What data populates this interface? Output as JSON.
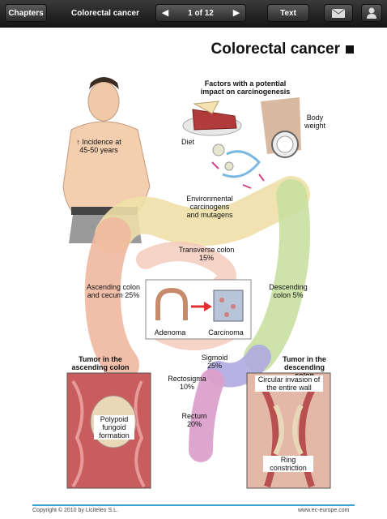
{
  "toolbar": {
    "chapters_label": "Chapters",
    "title": "Colorectal cancer",
    "page_indicator": "1 of 12",
    "text_label": "Text"
  },
  "page": {
    "title": "Colorectal cancer"
  },
  "labels": {
    "factors": "Factors with a potential impact on carcinogenesis",
    "incidence": "↑ Incidence at 45-50 years",
    "body_weight": "Body weight",
    "diet": "Diet",
    "environmental": "Environmental carcinogens and mutagens",
    "transverse": "Transverse colon 15%",
    "ascending": "Ascending colon and cecum 25%",
    "descending": "Descending colon 5%",
    "adenoma": "Adenoma",
    "carcinoma": "Carcinoma",
    "sigmoid": "Sigmoid 25%",
    "rectosigma": "Rectosigma 10%",
    "rectum": "Rectum 20%",
    "tumor_ascending": "Tumor in the ascending colon",
    "tumor_descending": "Tumor in the descending colon",
    "polypoid": "Polypoid fungoid formation",
    "circular": "Circular invasion of the entire wall",
    "ring": "Ring constriction"
  },
  "footer": {
    "copyright": "Copyright © 2010 by Liciteleo S.L.",
    "url": "www.ec-europe.com"
  },
  "icons": [
    "mail-icon",
    "user-icon",
    "arrow-left-icon",
    "arrow-right-icon"
  ]
}
